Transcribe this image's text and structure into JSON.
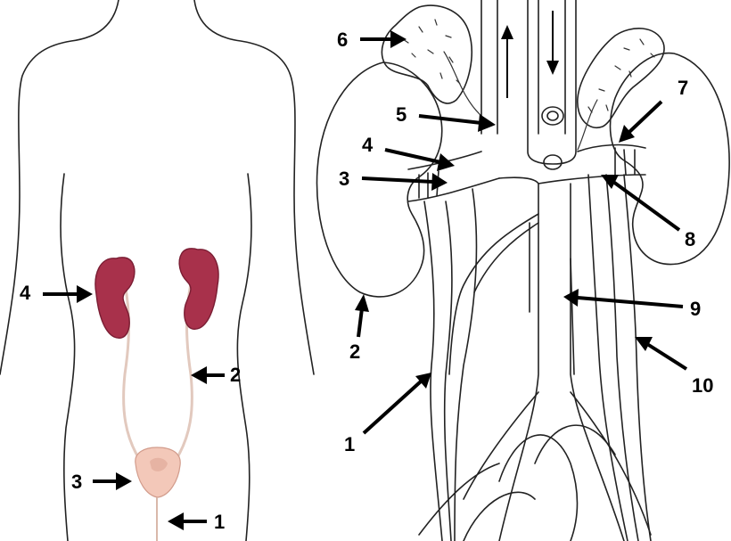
{
  "colors": {
    "kidney": "#a8314b",
    "kidney_dark": "#7a1d33",
    "ureter": "#e2c9be",
    "bladder": "#f3c8b9",
    "line": "#222222"
  },
  "left_figure": {
    "labels": {
      "kidney": "4",
      "ureter": "2",
      "bladder": "3",
      "urethra": "1"
    }
  },
  "right_figure": {
    "labels": {
      "ureter": "1",
      "kidney": "2",
      "renal_artery": "3",
      "renal_vein": "4",
      "vena_cava": "5",
      "adrenal_left": "6",
      "adrenal_right": "7",
      "renal_vessels_right": "8",
      "aorta": "9",
      "ureter_right": "10"
    }
  }
}
